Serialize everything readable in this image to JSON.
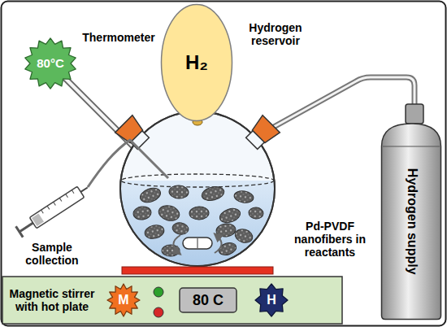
{
  "diagram": {
    "nodes": [
      {
        "text": [
          "80°C"
        ]
      },
      {
        "text": [
          "H₂"
        ]
      },
      {
        "text": [
          "Magnetic stirrer with hot plate"
        ]
      },
      {
        "text": [
          "M"
        ],
        "in": 2
      },
      {
        "text": [
          "80 C"
        ],
        "in": 2
      },
      {
        "text": [
          "H"
        ],
        "in": 2
      },
      {
        "text": [
          "Hydrogen supply"
        ]
      }
    ],
    "labels": [
      "Hydrogen reservoir",
      "Thermometer",
      "Sample collection",
      "Pd-PVDF nanofibers in reactants"
    ]
  }
}
